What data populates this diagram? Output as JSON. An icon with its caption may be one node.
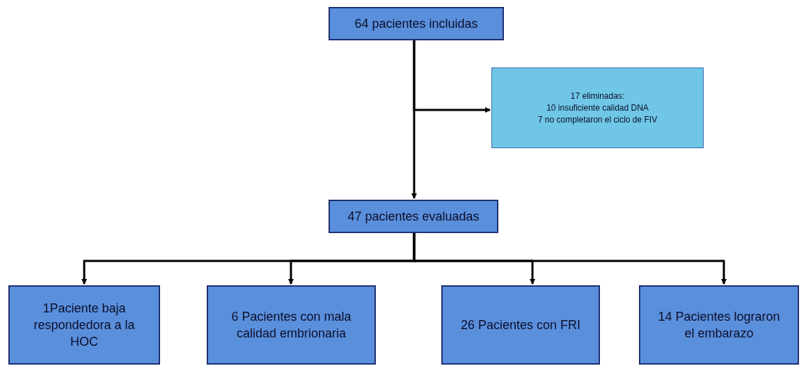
{
  "diagram": {
    "nodes": [
      {
        "text": [
          "64 pacientes incluidas"
        ]
      },
      {
        "text": [
          "17 eliminadas:",
          "10 insuficiente calidad DNA",
          "7 no completaron el ciclo de FIV"
        ]
      },
      {
        "text": [
          "47 pacientes evaluadas"
        ]
      },
      {
        "text": [
          "1Paciente baja respondedora a la HOC"
        ]
      },
      {
        "text": [
          "6 Pacientes con mala calidad embrionaria"
        ]
      },
      {
        "text": [
          "26 Pacientes con FRI"
        ]
      },
      {
        "text": [
          "14 Pacientes lograron el embarazo"
        ]
      }
    ],
    "edges": [
      {
        "from": 0,
        "to": 1,
        "arrow": "to"
      },
      {
        "from": 0,
        "to": 2,
        "arrow": "to"
      },
      {
        "from": 2,
        "to": 3,
        "arrow": "to"
      },
      {
        "from": 2,
        "to": 4,
        "arrow": "to"
      },
      {
        "from": 2,
        "to": 5,
        "arrow": "to"
      },
      {
        "from": 2,
        "to": 6,
        "arrow": "to"
      }
    ]
  }
}
